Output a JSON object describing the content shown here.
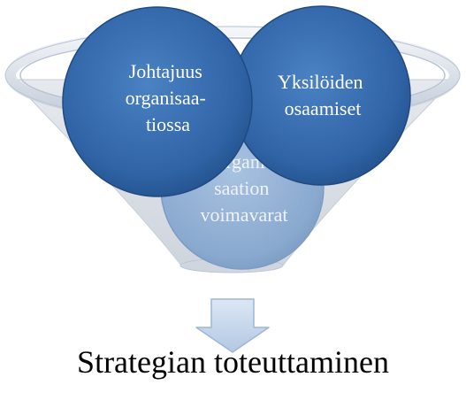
{
  "funnel": {
    "inputs": [
      {
        "lines": [
          "Johtajuus",
          "organisaa-",
          "tiossa"
        ]
      },
      {
        "lines": [
          "Yksilöiden",
          "osaamiset"
        ]
      },
      {
        "lines": [
          "Organi-",
          "saation",
          "voimavarat"
        ]
      }
    ],
    "arrow_icon": "down-arrow-icon",
    "result": "Strategian toteuttaminen"
  },
  "colors": {
    "funnel_fill": "#d6dbe2",
    "funnel_rim": "#c9d3e0",
    "circle_dark": "#2e5f9e",
    "circle_light": "#8eaed2",
    "arrow_fill": "#c6d7ec",
    "arrow_stroke": "#9db6d6"
  }
}
